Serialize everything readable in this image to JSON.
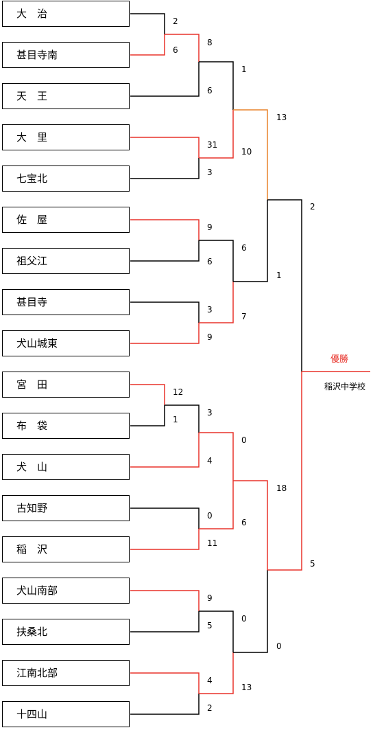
{
  "teams": [
    "大　治",
    "甚目寺南",
    "天　王",
    "大　里",
    "七宝北",
    "佐　屋",
    "祖父江",
    "甚目寺",
    "犬山城東",
    "宮　田",
    "布　袋",
    "犬　山",
    "古知野",
    "稲　沢",
    "犬山南部",
    "扶桑北",
    "江南北部",
    "十四山"
  ],
  "scores": [
    "2",
    "6",
    "8",
    "6",
    "1",
    "31",
    "3",
    "10",
    "13",
    "9",
    "6",
    "6",
    "3",
    "9",
    "7",
    "1",
    "2",
    "12",
    "1",
    "3",
    "4",
    "0",
    "0",
    "11",
    "6",
    "18",
    "9",
    "5",
    "4",
    "2",
    "0",
    "13",
    "0",
    "5"
  ],
  "champion": {
    "label": "優勝",
    "name": "稲沢中学校"
  },
  "colors": {
    "winner": "#e8322a",
    "loser": "#000000",
    "final": "#e8822a"
  }
}
